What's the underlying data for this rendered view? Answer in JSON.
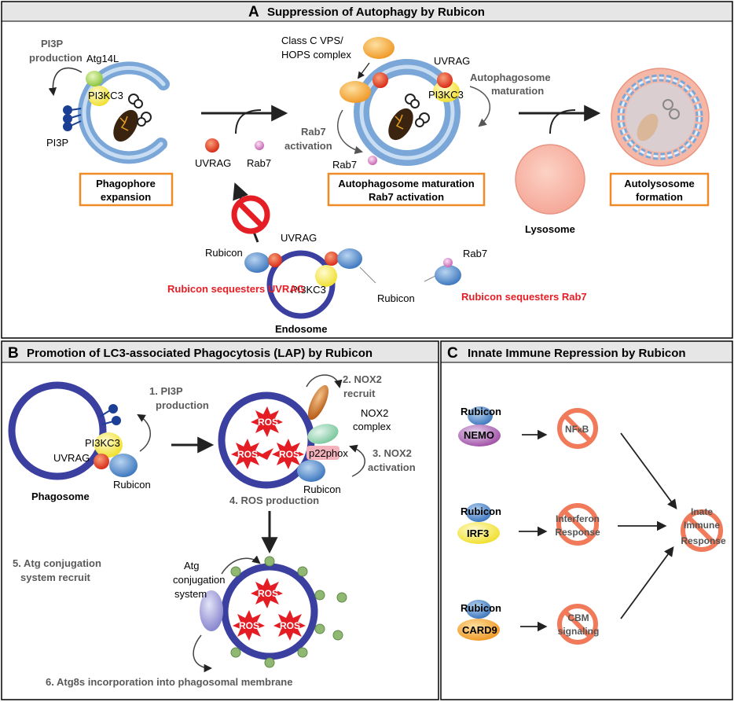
{
  "panel_a": {
    "letter": "A",
    "title": "Suppression of Autophagy by Rubicon",
    "pi3p_production": [
      "PI3P",
      "production"
    ],
    "atg14l": "Atg14L",
    "pi3kc3": "PI3KC3",
    "pi3p": "PI3P",
    "uvrag": "UVRAG",
    "rab7": "Rab7",
    "class_c": [
      "Class C VPS/",
      "HOPS complex"
    ],
    "uvrag2": "UVRAG",
    "pi3kc3_2": "PI3KC3",
    "autophagosome_maturation": [
      "Autophagosome",
      "maturation"
    ],
    "rab7_activation": [
      "Rab7",
      "activation"
    ],
    "rab7_2": "Rab7",
    "box_phagophore": [
      "Phagophore",
      "expansion"
    ],
    "box_autophagosome": [
      "Autophagosome maturation",
      "Rab7 activation"
    ],
    "box_autolysosome": [
      "Autolysosome",
      "formation"
    ],
    "lysosome": "Lysosome",
    "rubicon_left": "Rubicon",
    "uvrag_endo": "UVRAG",
    "pi3kc3_endo": "PI3KC3",
    "rubicon_mid": "Rubicon",
    "rab7_endo": "Rab7",
    "seq_uvrag": "Rubicon sequesters UVRAG",
    "seq_rab7": "Rubicon sequesters Rab7",
    "endosome": "Endosome"
  },
  "panel_b": {
    "letter": "B",
    "title": "Promotion of LC3-associated Phagocytosis (LAP) by Rubicon",
    "step1": [
      "1. PI3P",
      "production"
    ],
    "pi3kc3": "PI3KC3",
    "uvrag": "UVRAG",
    "rubicon": "Rubicon",
    "phagosome": "Phagosome",
    "step2": [
      "2. NOX2",
      "recruit"
    ],
    "nox2_complex": [
      "NOX2",
      "complex"
    ],
    "p22phox": "p22phox",
    "step3": [
      "3. NOX2",
      "activation"
    ],
    "rubicon2": "Rubicon",
    "step4": "4. ROS production",
    "ros": "ROS",
    "step5": [
      "5. Atg conjugation",
      "system recruit"
    ],
    "atg_conj": [
      "Atg",
      "conjugation",
      "system"
    ],
    "step6": "6. Atg8s incorporation into phagosomal membrane"
  },
  "panel_c": {
    "letter": "C",
    "title": "Innate Immune Repression by Rubicon",
    "rubicon": "Rubicon",
    "rows": [
      {
        "partner": "NEMO",
        "target": [
          "NF",
          "κ",
          "B"
        ]
      },
      {
        "partner": "IRF3",
        "target": [
          "Interferon",
          "Response"
        ]
      },
      {
        "partner": "CARD9",
        "target": [
          "CBM",
          "signaling"
        ]
      }
    ],
    "outcome": [
      "Inate",
      "Immune",
      "Response"
    ]
  },
  "colors": {
    "membrane": "#7aa6d8",
    "phagosome": "#3b3fa0",
    "box_border": "#f08a24",
    "red_text": "#e51e25",
    "rubicon": "#4f86c6",
    "ros": "#e41c24",
    "no_sign": "#f07a5a"
  }
}
